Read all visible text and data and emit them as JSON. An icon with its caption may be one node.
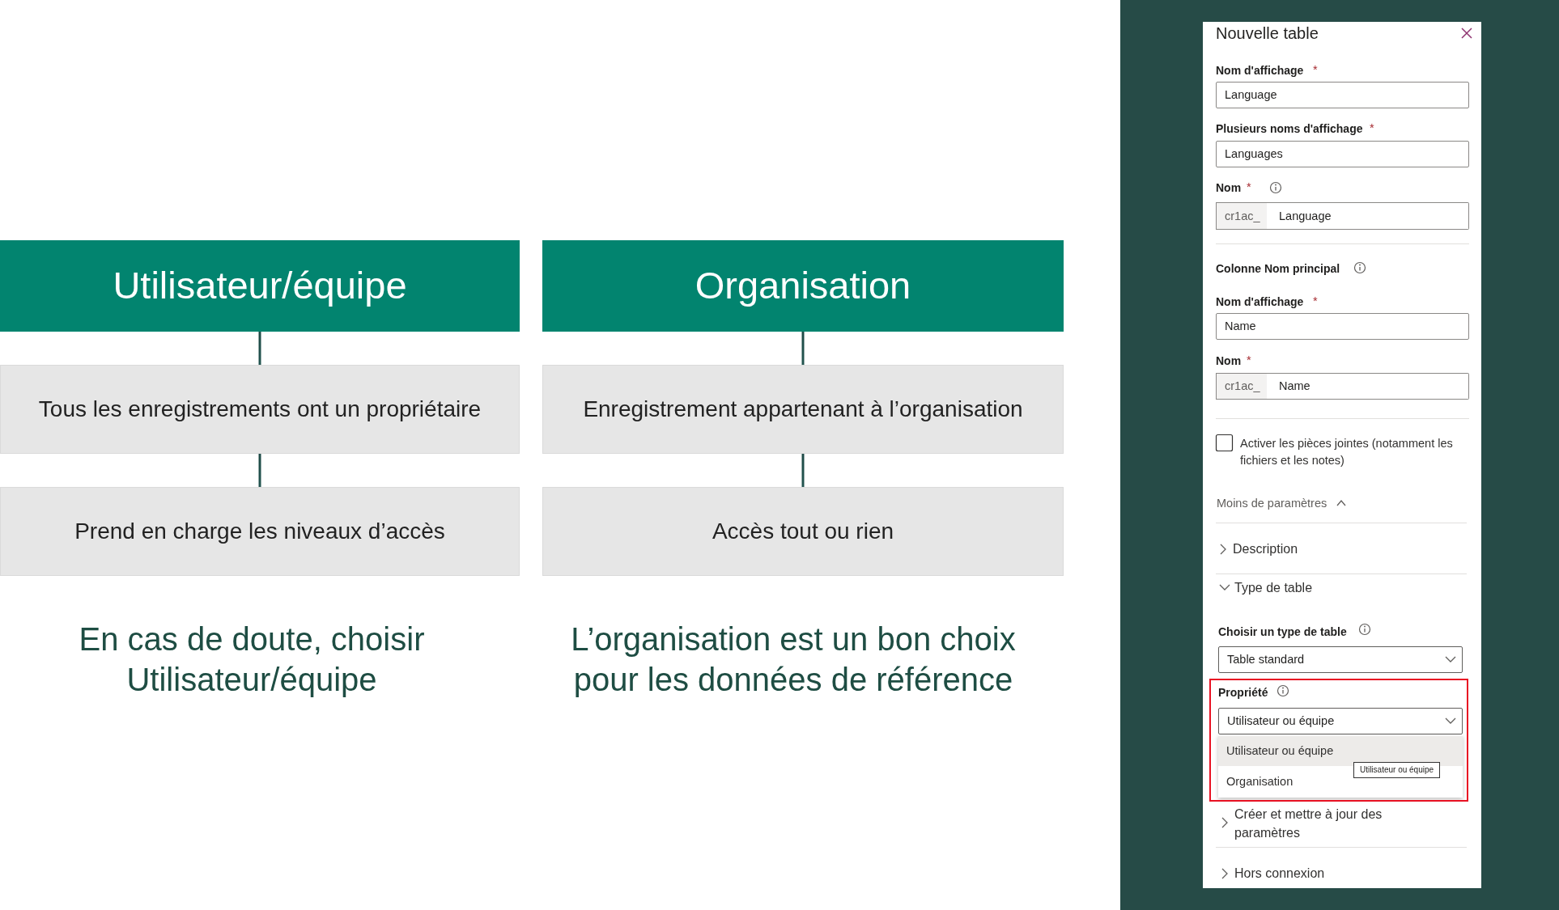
{
  "diagram": {
    "nodes": [
      {
        "text": [
          "Utilisateur/équipe"
        ]
      },
      {
        "text": [
          "Tous les enregistrements ont un propriétaire"
        ]
      },
      {
        "text": [
          "Prend en charge les niveaux d’accès"
        ]
      },
      {
        "text": [
          "Organisation"
        ]
      },
      {
        "text": [
          "Enregistrement appartenant à l’organisation"
        ]
      },
      {
        "text": [
          "Accès tout ou rien"
        ]
      }
    ],
    "edges": [
      {
        "from": 0,
        "to": 1,
        "arrow": "none"
      },
      {
        "from": 1,
        "to": 2,
        "arrow": "none"
      },
      {
        "from": 3,
        "to": 4,
        "arrow": "none"
      },
      {
        "from": 4,
        "to": 5,
        "arrow": "none"
      }
    ],
    "labels": [
      "En cas de doute, choisir Utilisateur/équipe",
      "L’organisation est un bon choix pour les données de référence",
      "Nouvelle table",
      "Nom d'affichage",
      "*",
      "Language",
      "Plusieurs noms d'affichage",
      "*",
      "Languages",
      "Nom",
      "*",
      "cr1ac_",
      "Language",
      "Colonne Nom principal",
      "Nom d'affichage",
      "*",
      "Name",
      "Nom",
      "*",
      "cr1ac_",
      "Name",
      "Activer les pièces jointes (notamment les fichiers et les notes)",
      "Moins de paramètres",
      "Description",
      "Type de table",
      "Choisir un type de table",
      "Table standard",
      "Propriété",
      "Utilisateur ou équipe",
      "Utilisateur ou équipe",
      "Organisation",
      "Utilisateur ou équipe",
      "Créer et mettre à jour des paramètres",
      "Hors connexion"
    ]
  }
}
